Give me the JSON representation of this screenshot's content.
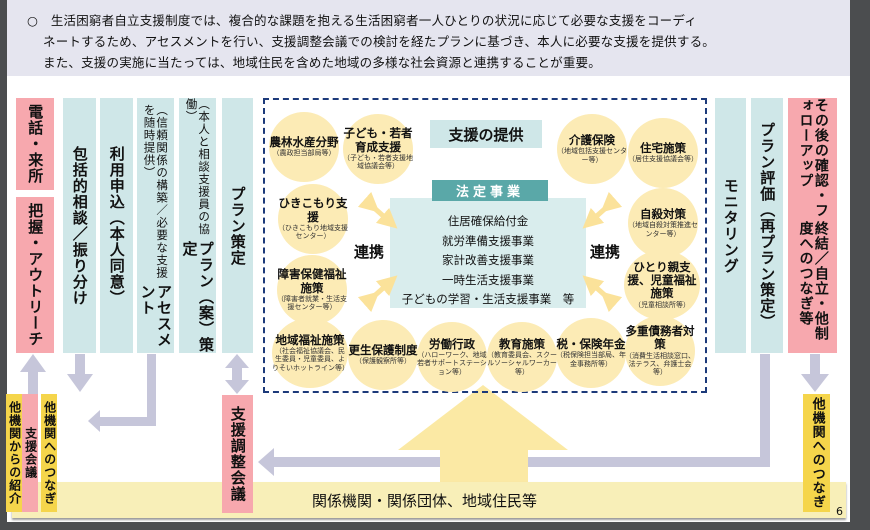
{
  "header": {
    "bullet": "○",
    "lines": [
      "生活困窮者自立支援制度では、複合的な課題を抱える生活困窮者一人ひとりの状況に応じて必要な支援をコーディ",
      "ネートするため、アセスメントを行い、支援調整会議での検討を経たプランに基づき、本人に必要な支援を提供する。",
      "また、支援の実施に当たっては、地域住民を含めた地域の多様な社会資源と連携することが重要。"
    ]
  },
  "steps": {
    "phone": "電話・来所",
    "outreach": "把握・アウトリーチ",
    "consult": "包括的相談／振り分け",
    "apply": "利用申込（本人同意）",
    "assessment": "アセスメント",
    "assessment_sub": "（信頼関係の構築／必要な支援を随時提供）",
    "plan_draft": "プラン（案）策定",
    "plan_draft_sub": "（本人と相談支援員の協働）",
    "plan": "プラン策定",
    "monitoring": "モニタリング",
    "evaluation": "プラン評価（再プラン策定）",
    "followup_1": "その後の確認・フォローアップ",
    "followup_2": "終結／自立・他制度へのつなぎ等"
  },
  "bottom": {
    "referral_in": "他機関からの紹介",
    "support_meeting": "支援会議",
    "referral_out_left": "他機関へのつなぎ",
    "coordination_meeting": "支援調整会議",
    "referral_out_right": "他機関へのつなぎ",
    "band": "関係機関・関係団体、地域住民等",
    "page_number": "6"
  },
  "support": {
    "title": "支援の提供",
    "statutory_title": "法定事業",
    "statutory_items": [
      "住居確保給付金",
      "就労準備支援事業",
      "家計改善支援事業",
      "一時生活支援事業",
      "子どもの学習・生活支援事業　等"
    ],
    "link_left": "連携",
    "link_right": "連携",
    "circles": [
      {
        "title": "農林水産分野",
        "sub": "（農政担当部局等）"
      },
      {
        "title": "子ども・若者育成支援",
        "sub": "（子ども・若者支援地域協議会等）"
      },
      {
        "title": "介護保険",
        "sub": "（地域包括支援センター等）"
      },
      {
        "title": "住宅施策",
        "sub": "（居住支援協議会等）"
      },
      {
        "title": "ひきこもり支援",
        "sub": "（ひきこもり地域支援センター）"
      },
      {
        "title": "自殺対策",
        "sub": "（地域自殺対策推進センター等）"
      },
      {
        "title": "障害保健福祉施策",
        "sub": "（障害者就業・生活支援センター等）"
      },
      {
        "title": "ひとり親支援、児童福祉施策",
        "sub": "（児童相談所等）"
      },
      {
        "title": "地域福祉施策",
        "sub": "（社会福祉協議会、民生委員・児童委員、よりそいホットライン等）"
      },
      {
        "title": "更生保護制度",
        "sub": "（保護観察所等）"
      },
      {
        "title": "労働行政",
        "sub": "（ハローワーク、地域若者サポートステーション等）"
      },
      {
        "title": "教育施策",
        "sub": "（教育委員会、スクールソーシャルワーカー等）"
      },
      {
        "title": "税・保険年金",
        "sub": "（税保険担当部局、年金事務所等）"
      },
      {
        "title": "多重債務者対策",
        "sub": "（消費生活相談窓口、法テラス、弁護士会等）"
      }
    ]
  },
  "colors": {
    "teal": "#cfe7e8",
    "pink": "#f7a8ae",
    "yellow": "#f5d54b",
    "circle": "#fcebb5",
    "arrow": "#c6c6da",
    "dash": "#1c3a7a",
    "statutory": "#5aa8a8"
  }
}
